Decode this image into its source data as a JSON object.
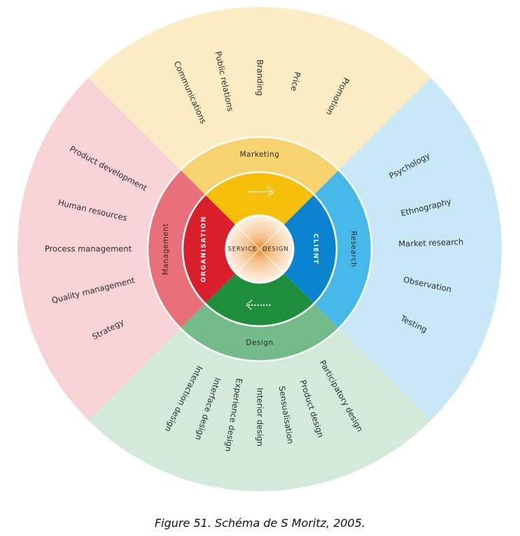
{
  "caption": "Figure 51. Schéma de S Moritz, 2005.",
  "center": {
    "left": "SERVICE",
    "right": "DESIGN"
  },
  "core": {
    "left": {
      "label": "ORGANISATION",
      "color": "#d91f2a"
    },
    "right": {
      "label": "CLIENT",
      "color": "#0a84cf"
    },
    "top": {
      "color": "#f5bf0c"
    },
    "bottom": {
      "color": "#1d8f3a"
    }
  },
  "ring": {
    "top": {
      "label": "Marketing",
      "color": "#f6d36e"
    },
    "right": {
      "label": "Research",
      "color": "#47b9e8"
    },
    "bottom": {
      "label": "Design",
      "color": "#74bb8a"
    },
    "left": {
      "label": "Management",
      "color": "#e9707a"
    }
  },
  "outer": {
    "top": {
      "color": "#fbecc4",
      "items": [
        "Communications",
        "Public relations",
        "Branding",
        "Price",
        "Promotion"
      ]
    },
    "right": {
      "color": "#c9e8f7",
      "items": [
        "Psychology",
        "Ethnography",
        "Market research",
        "Observation",
        "Testing"
      ]
    },
    "bottom": {
      "color": "#d3eadb",
      "items": [
        "Interaction design",
        "Interface design",
        "Experience design",
        "Interior design",
        "Sensualisation",
        "Product design",
        "Participatory design"
      ]
    },
    "left": {
      "color": "#f8d3d6",
      "items": [
        "Product development",
        "Human resources",
        "Process management",
        "Quality management",
        "Strategy"
      ]
    }
  }
}
